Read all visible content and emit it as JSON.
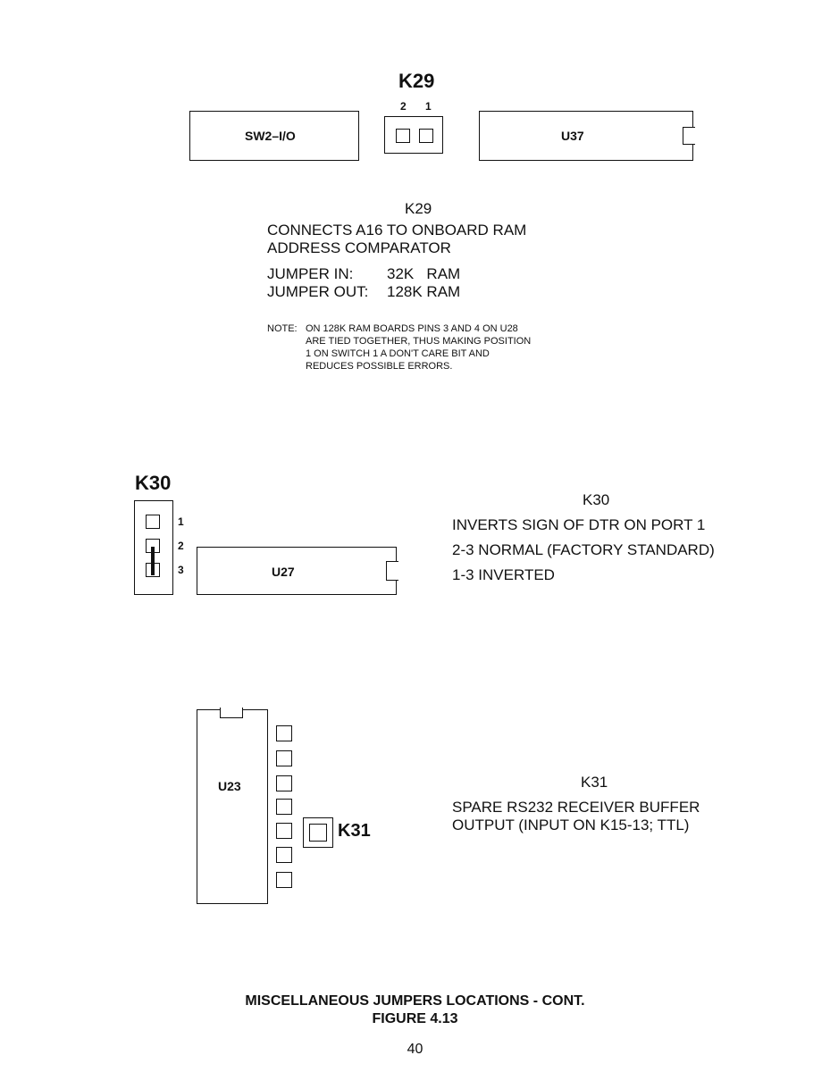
{
  "k29": {
    "title": "K29",
    "pin_labels": [
      "2",
      "1"
    ],
    "left_block": "SW2–I/O",
    "right_block": "U37",
    "desc_title": "K29",
    "desc_line1": "CONNECTS A16 TO ONBOARD RAM",
    "desc_line2": "ADDRESS COMPARATOR",
    "jumper_in_label": "JUMPER IN:",
    "jumper_in_value": "32K   RAM",
    "jumper_out_label": "JUMPER OUT:",
    "jumper_out_value": "128K RAM",
    "note_label": "NOTE:",
    "note_lines": [
      "ON 128K RAM BOARDS PINS 3 AND 4 ON U28",
      "ARE TIED TOGETHER, THUS MAKING POSITION",
      "1 ON SWITCH 1 A DON'T CARE BIT AND",
      "REDUCES POSSIBLE ERRORS."
    ]
  },
  "k30": {
    "title": "K30",
    "pin_labels": [
      "1",
      "2",
      "3"
    ],
    "chip": "U27",
    "desc_title": "K30",
    "desc_lines": [
      "INVERTS SIGN OF DTR ON PORT 1",
      "2-3 NORMAL (FACTORY STANDARD)",
      "1-3 INVERTED"
    ]
  },
  "k31": {
    "title": "K31",
    "chip": "U23",
    "desc_title": "K31",
    "desc_lines": [
      "SPARE RS232 RECEIVER BUFFER",
      "OUTPUT (INPUT ON K15-13; TTL)"
    ]
  },
  "caption": {
    "line1": "MISCELLANEOUS JUMPERS LOCATIONS - CONT.",
    "line2": "FIGURE 4.13"
  },
  "page_number": "40"
}
